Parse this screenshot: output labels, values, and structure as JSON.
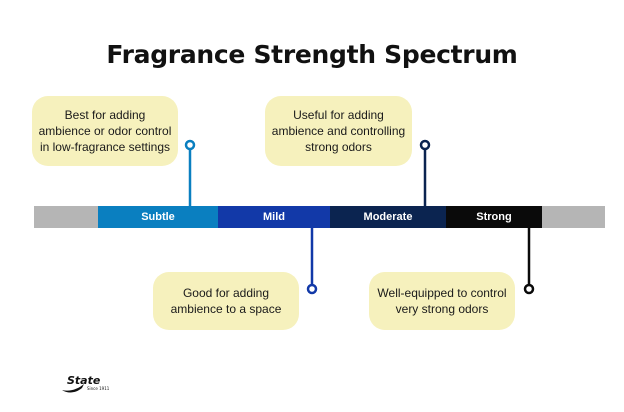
{
  "title": "Fragrance Strength Spectrum",
  "segments": [
    "Subtle",
    "Mild",
    "Moderate",
    "Strong"
  ],
  "callouts": {
    "subtle": "Best for adding ambience or odor control in low-fragrance settings",
    "mild": "Good for adding ambience to a space",
    "moderate": "Useful for adding ambience and controlling strong odors",
    "strong": "Well-equipped to control very strong odors"
  },
  "colors": {
    "subtle": "#0a7fc0",
    "mild": "#1239a8",
    "moderate": "#0b2450",
    "strong": "#0a0a0a",
    "end_caps": "#b5b5b5",
    "callout_bg": "#f6f1bd"
  },
  "logo": {
    "name": "State",
    "tagline": "Since 1911"
  }
}
